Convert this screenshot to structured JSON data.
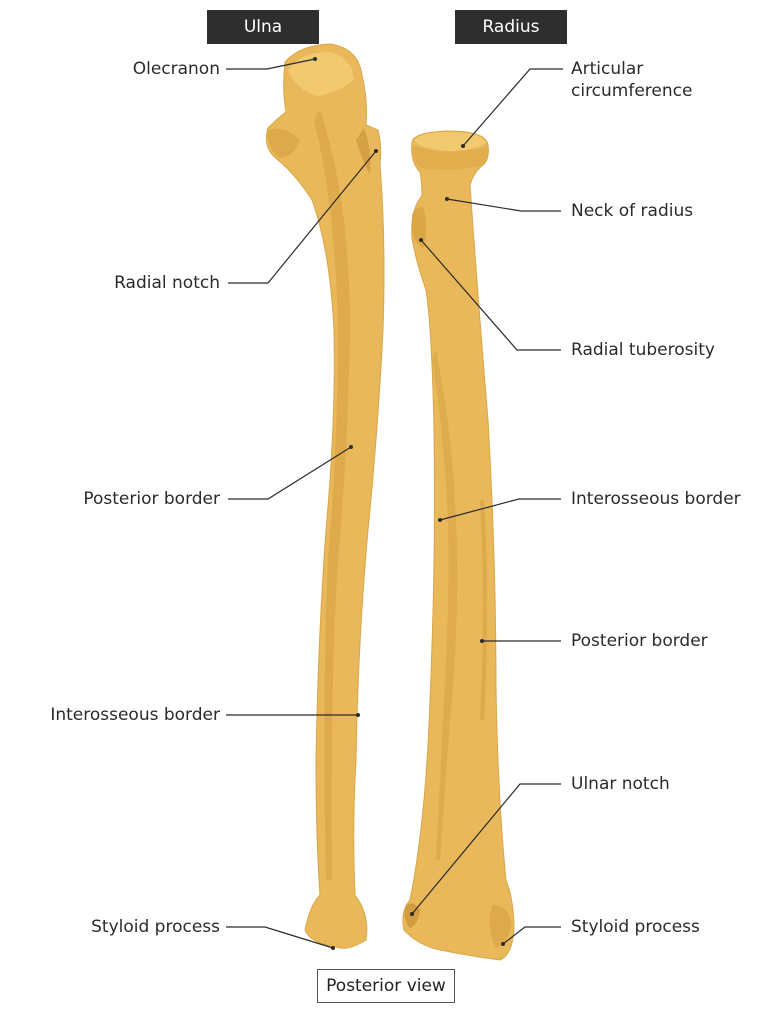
{
  "headers": {
    "ulna": "Ulna",
    "radius": "Radius"
  },
  "ulna_labels": {
    "olecranon": "Olecranon",
    "radial_notch": "Radial notch",
    "posterior_border": "Posterior border",
    "interosseous_border": "Interosseous border",
    "styloid_process": "Styloid process"
  },
  "radius_labels": {
    "articular_circumference_line1": "Articular",
    "articular_circumference_line2": "circumference",
    "neck_of_radius": "Neck of radius",
    "radial_tuberosity": "Radial tuberosity",
    "interosseous_border": "Interosseous border",
    "posterior_border": "Posterior border",
    "ulnar_notch": "Ulnar notch",
    "styloid_process": "Styloid process"
  },
  "caption": "Posterior view",
  "colors": {
    "bone": "#e8b85a",
    "bone_light": "#f1c96f",
    "bone_shadow": "#d69f3f",
    "leader": "#2b2b2b",
    "header_bg": "#2e2e2e"
  }
}
